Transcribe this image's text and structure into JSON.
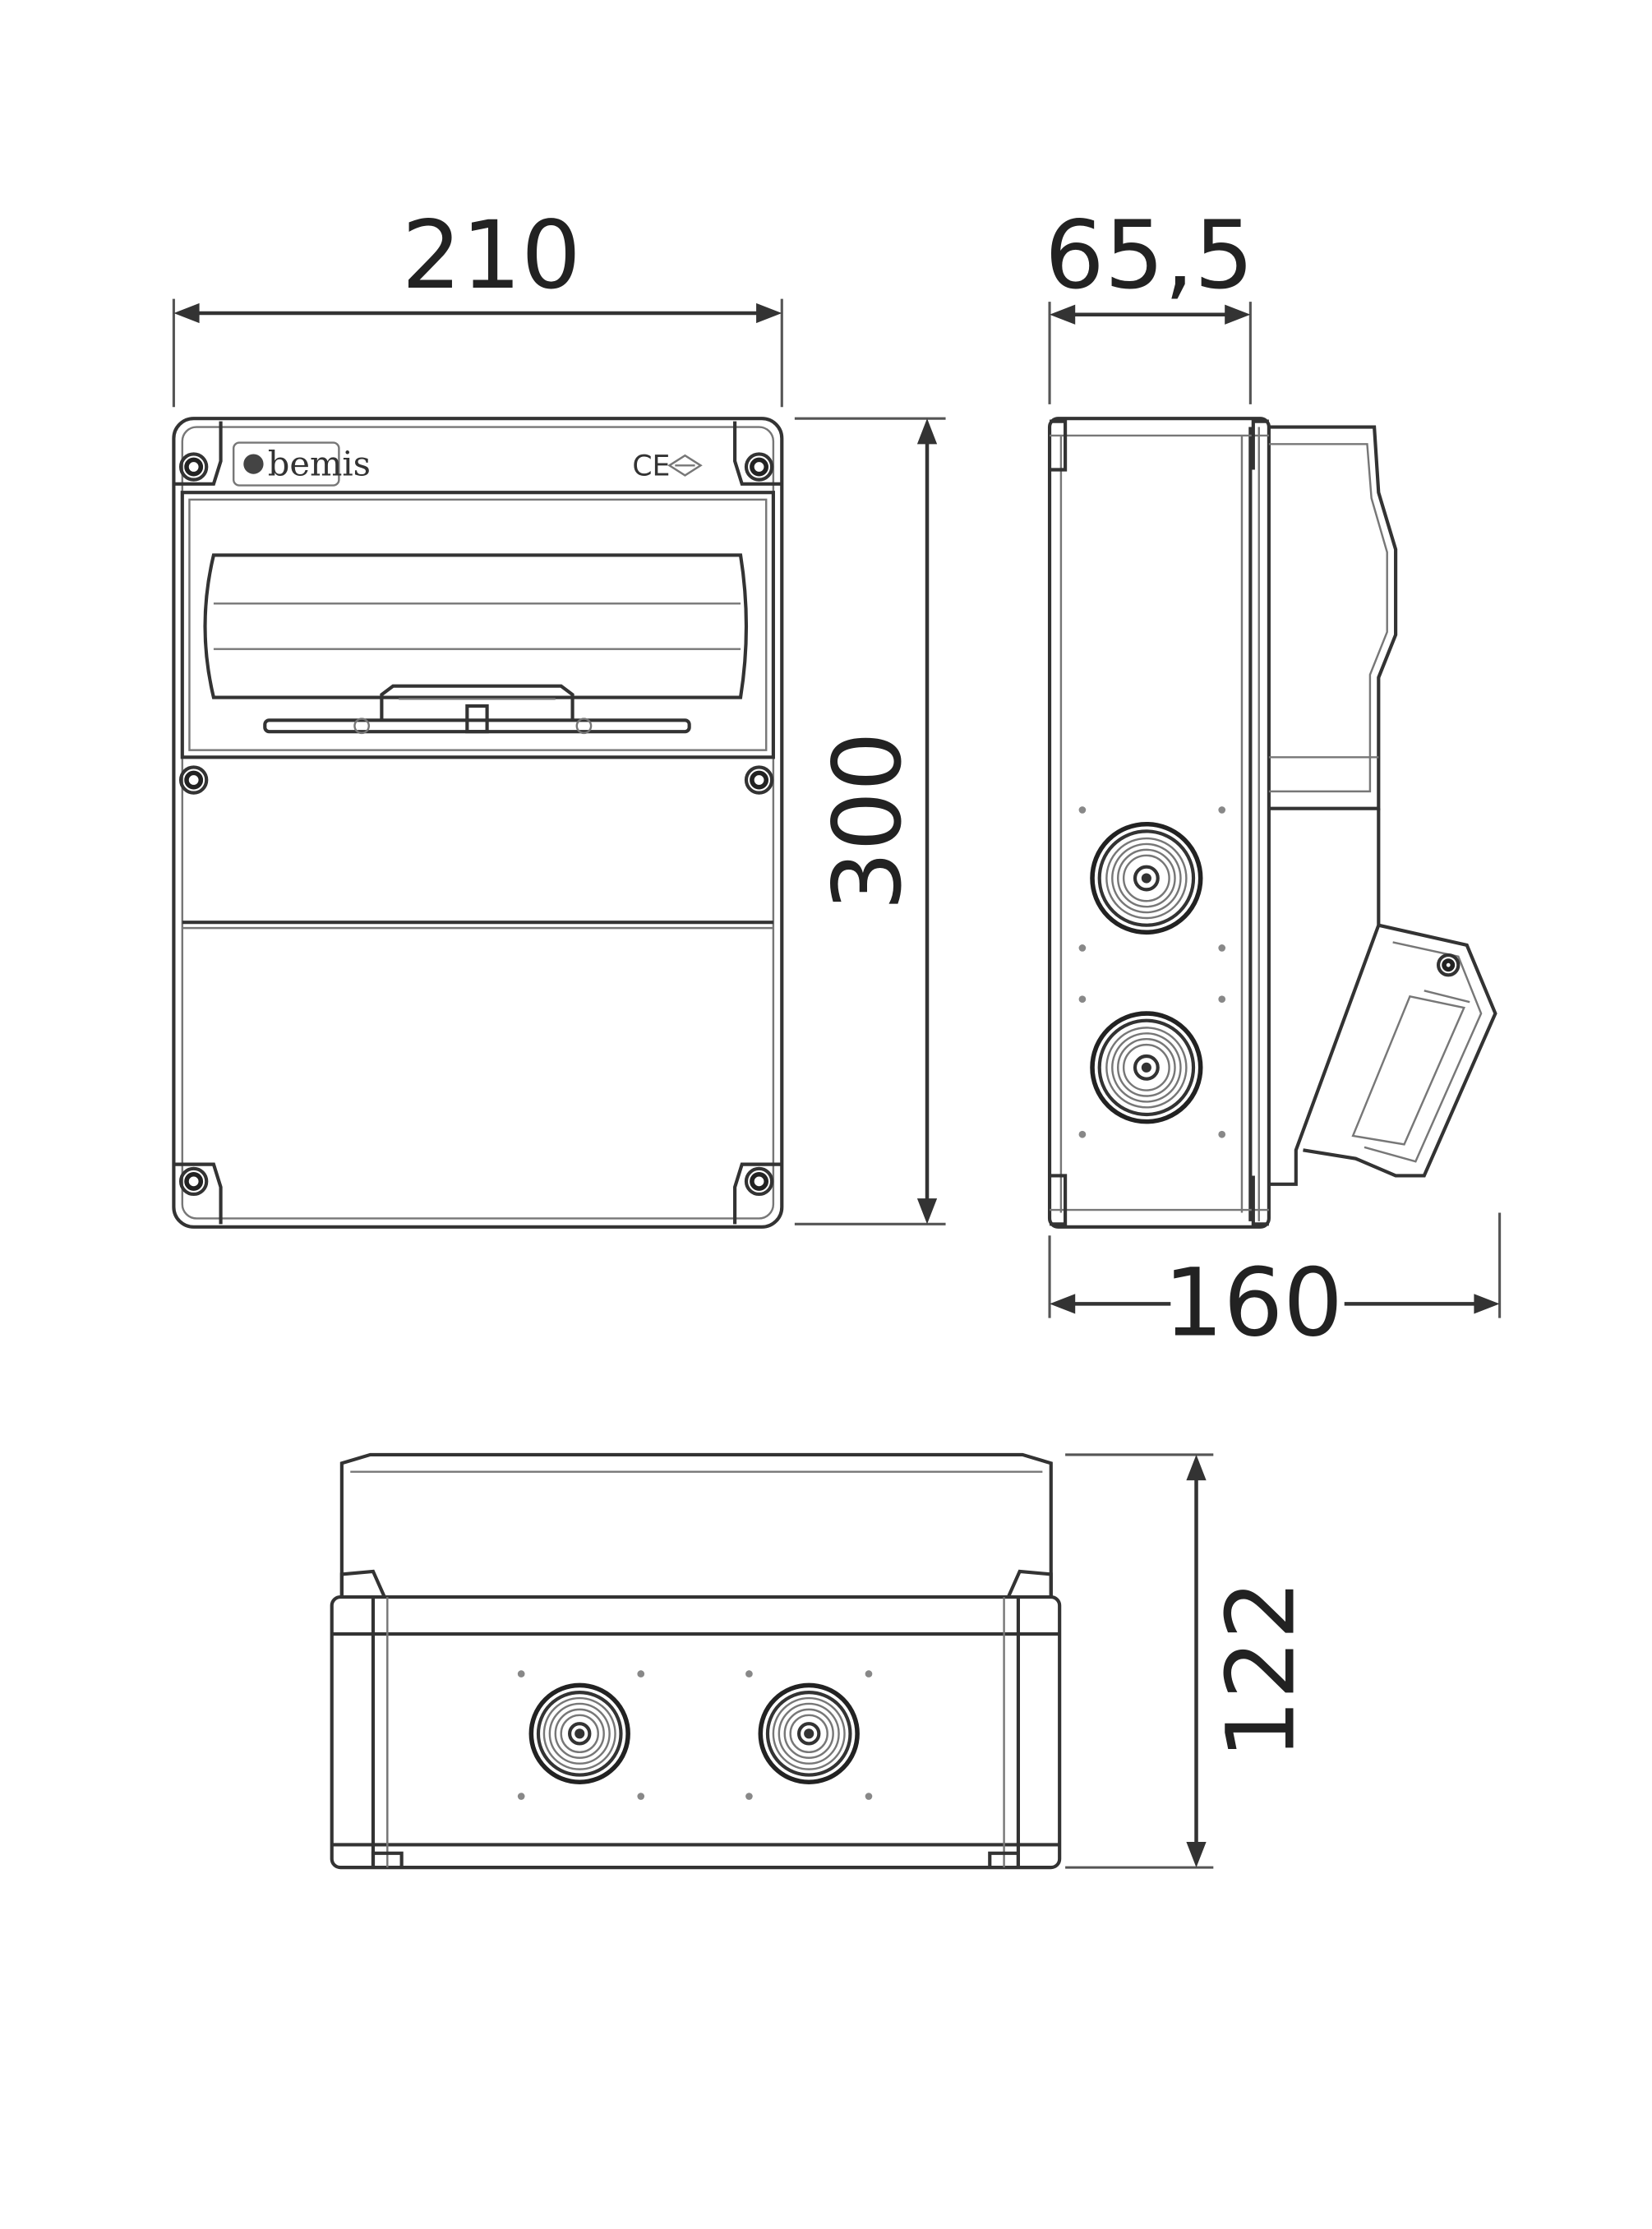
{
  "dimensions": {
    "width": "210",
    "depth_top": "65,5",
    "depth_total": "160",
    "height": "300",
    "side_height": "122"
  },
  "front_panel": {
    "brand": "bemis",
    "marking": "CE"
  }
}
